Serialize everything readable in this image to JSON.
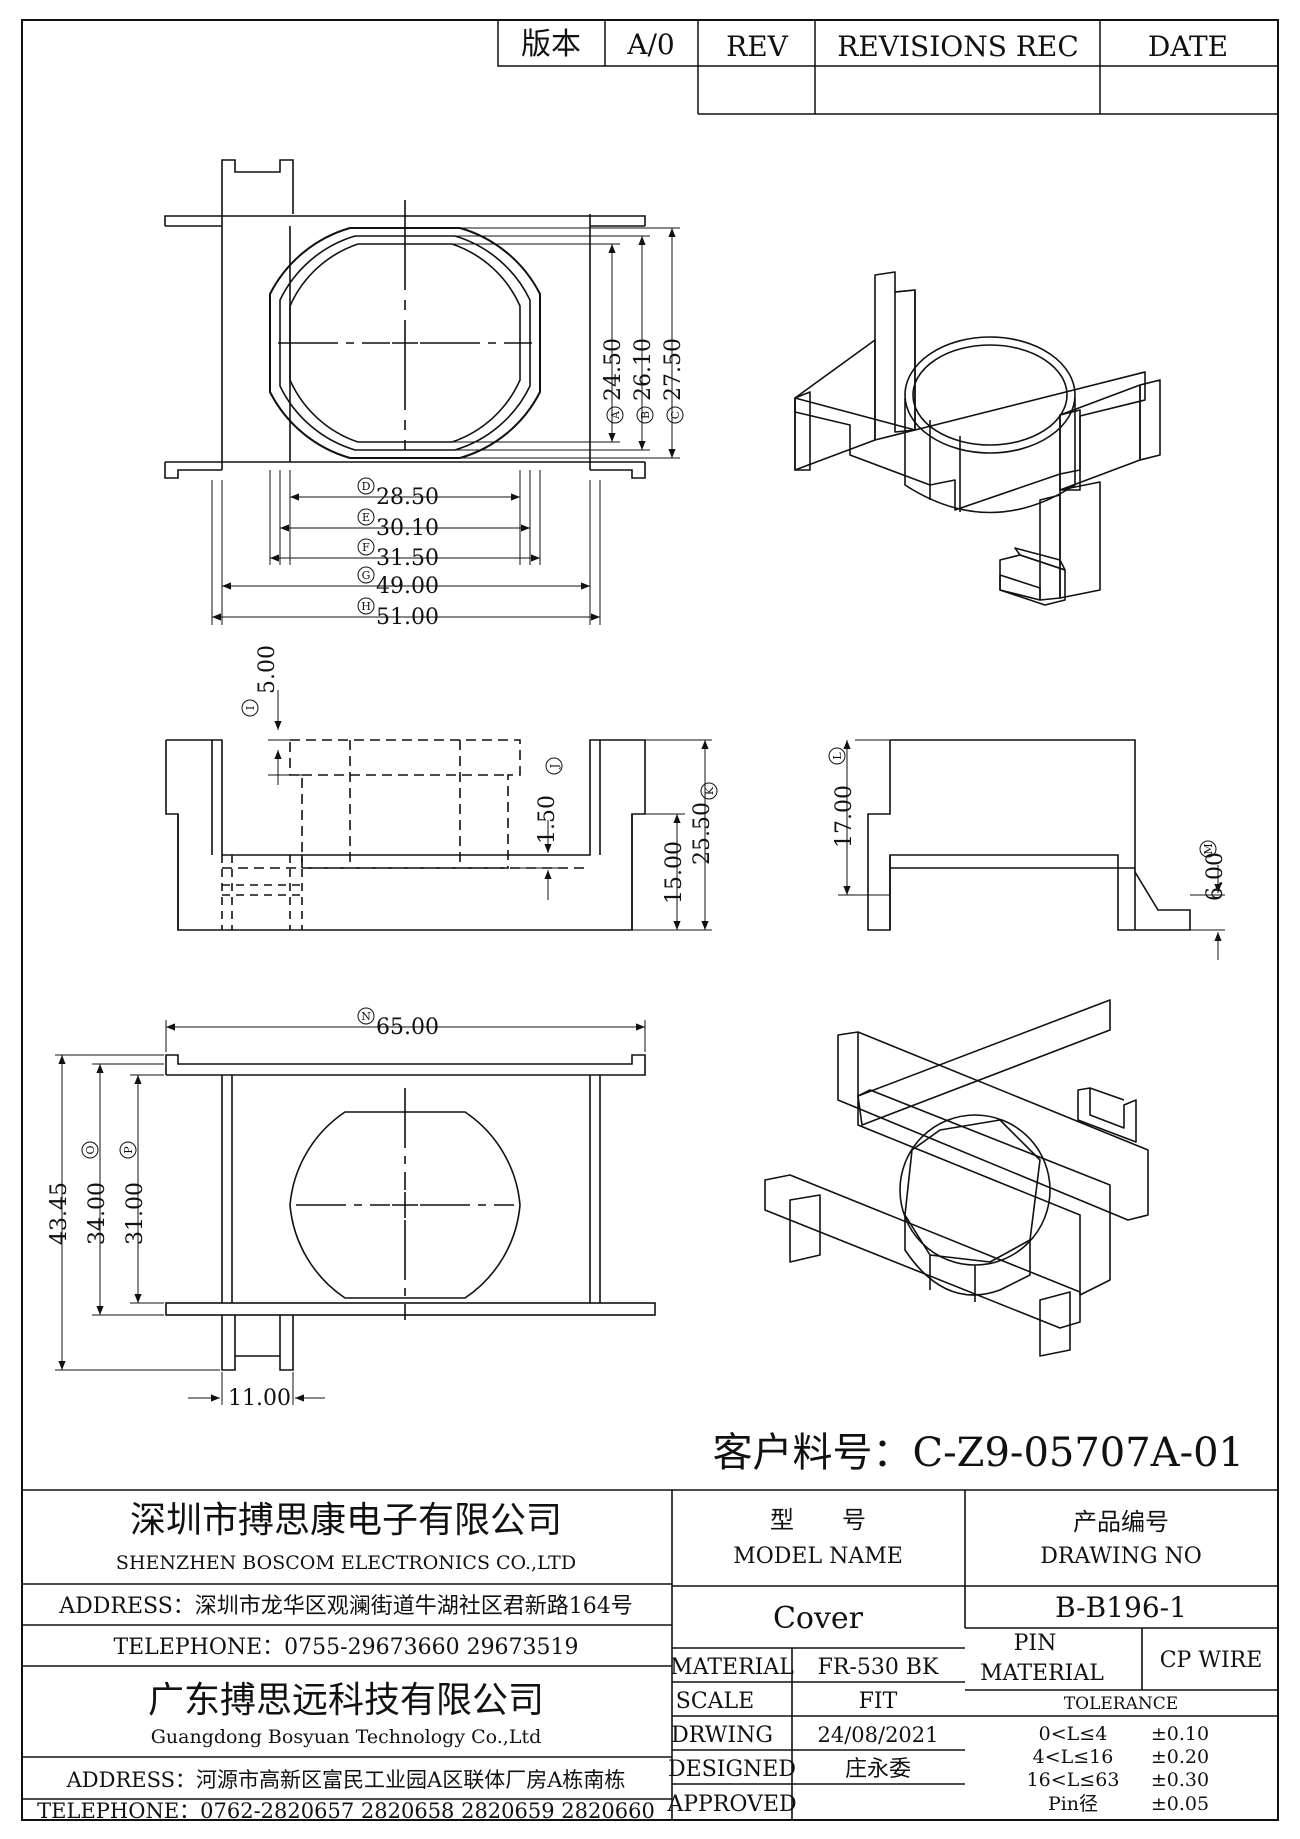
{
  "revision_table": {
    "version_label": "版本",
    "version_value": "A/0",
    "rev_header": "REV",
    "revisions_header": "REVISIONS REC",
    "date_header": "DATE"
  },
  "dimensions": {
    "A": {
      "tag": "A",
      "value": "24.50"
    },
    "B": {
      "tag": "B",
      "value": "26.10"
    },
    "C": {
      "tag": "C",
      "value": "27.50"
    },
    "D": {
      "tag": "D",
      "value": "28.50"
    },
    "E": {
      "tag": "E",
      "value": "30.10"
    },
    "F": {
      "tag": "F",
      "value": "31.50"
    },
    "G": {
      "tag": "G",
      "value": "49.00"
    },
    "H": {
      "tag": "H",
      "value": "51.00"
    },
    "I": {
      "tag": "I",
      "value": "5.00"
    },
    "J": {
      "tag": "J",
      "value": "1.50"
    },
    "K": {
      "tag": "K",
      "value": "25.50"
    },
    "L": {
      "tag": "L",
      "value": "17.00"
    },
    "M": {
      "tag": "M",
      "value": "6.00"
    },
    "N": {
      "tag": "N",
      "value": "65.00"
    },
    "O": {
      "tag": "O",
      "value": "34.00"
    },
    "P": {
      "tag": "P",
      "value": "31.00"
    },
    "h15": "15.00",
    "h4345": "43.45",
    "w11": "11.00"
  },
  "customer_part_no": "客户料号：C-Z9-05707A-01",
  "title_block": {
    "company_cn_1": "深圳市搏思康电子有限公司",
    "company_en_1": "SHENZHEN BOSCOM ELECTRONICS CO.,LTD",
    "address_1": "ADDRESS：深圳市龙华区观澜街道牛湖社区君新路164号",
    "telephone_1": "TELEPHONE：0755-29673660 29673519",
    "company_cn_2": "广东搏思远科技有限公司",
    "company_en_2": "Guangdong Bosyuan Technology Co.,Ltd",
    "address_2": "ADDRESS：河源市高新区富民工业园A区联体厂房A栋南栋",
    "telephone_2": "TELEPHONE：0762-2820657 2820658 2820659 2820660",
    "model_label_cn": "型　　号",
    "model_label_en": "MODEL NAME",
    "model_value": "Cover",
    "drawing_label_cn": "产品编号",
    "drawing_label_en": "DRAWING NO",
    "drawing_value": "B-B196-1",
    "material_label": "MATERIAL",
    "material_value": "FR-530 BK",
    "scale_label": "SCALE",
    "scale_value": "FIT",
    "drawing_date_label": "DRWING",
    "drawing_date_value": "24/08/2021",
    "designed_label": "DESIGNED",
    "designed_value": "庄永委",
    "approved_label": "APPROVED",
    "approved_value": "",
    "pin_material_label_1": "PIN",
    "pin_material_label_2": "MATERIAL",
    "pin_material_value": "CP WIRE",
    "tolerance_label": "TOLERANCE",
    "tolerances": [
      {
        "range": "0<L≤4",
        "value": "±0.10"
      },
      {
        "range": "4<L≤16",
        "value": "±0.20"
      },
      {
        "range": "16<L≤63",
        "value": "±0.30"
      },
      {
        "range": "Pin径",
        "value": "±0.05"
      }
    ]
  }
}
